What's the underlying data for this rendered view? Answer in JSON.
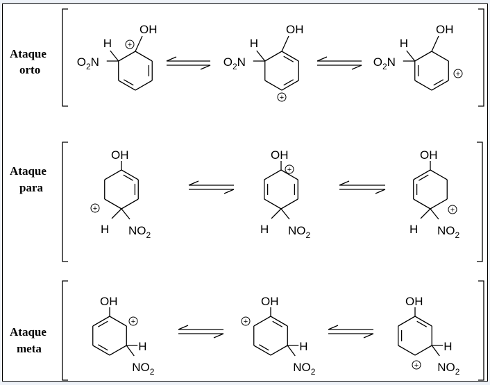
{
  "rows": [
    {
      "label_line1": "Ataque",
      "label_line2": "orto"
    },
    {
      "label_line1": "Ataque",
      "label_line2": "para"
    },
    {
      "label_line1": "Ataque",
      "label_line2": "meta"
    }
  ],
  "atoms": {
    "OH": "OH",
    "H": "H",
    "O": "O",
    "N": "N",
    "NO": "NO",
    "sub2": "2",
    "plus": "+"
  },
  "arrow_type": "equilibrium"
}
